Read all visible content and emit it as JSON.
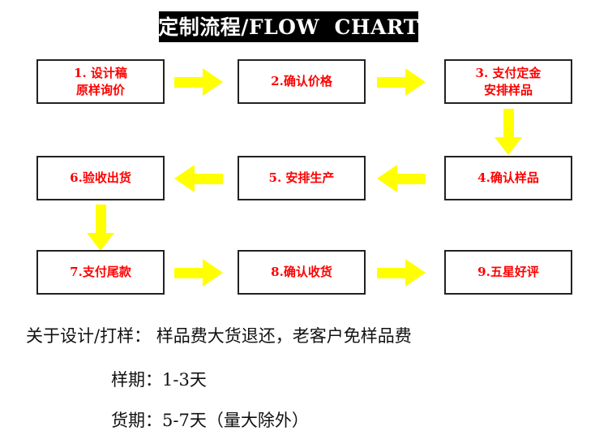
{
  "title": {
    "text": "定制流程/FLOW  CHART",
    "bg_color": "#000000",
    "text_color": "#ffffff"
  },
  "theme": {
    "box_border_color": "#222222",
    "box_fill_color": "#ffffff",
    "node_text_color": "#ff0000",
    "arrow_color": "#ffff00",
    "page_bg": "#ffffff",
    "note_text_color": "#111111"
  },
  "flow": {
    "nodes": [
      {
        "id": "step-1",
        "line1": "1. 设计稿",
        "line2": "原样询价"
      },
      {
        "id": "step-2",
        "line1": "2.确认价格",
        "line2": ""
      },
      {
        "id": "step-3",
        "line1": "3. 支付定金",
        "line2": "安排样品"
      },
      {
        "id": "step-4",
        "line1": "4.确认样品",
        "line2": ""
      },
      {
        "id": "step-5",
        "line1": "5. 安排生产",
        "line2": ""
      },
      {
        "id": "step-6",
        "line1": "6.验收出货",
        "line2": ""
      },
      {
        "id": "step-7",
        "line1": "7.支付尾款",
        "line2": ""
      },
      {
        "id": "step-8",
        "line1": "8.确认收货",
        "line2": ""
      },
      {
        "id": "step-9",
        "line1": "9.五星好评",
        "line2": ""
      }
    ],
    "connectors": [
      {
        "from": "step-1",
        "to": "step-2",
        "direction": "right"
      },
      {
        "from": "step-2",
        "to": "step-3",
        "direction": "right"
      },
      {
        "from": "step-3",
        "to": "step-4",
        "direction": "down"
      },
      {
        "from": "step-4",
        "to": "step-5",
        "direction": "left"
      },
      {
        "from": "step-5",
        "to": "step-6",
        "direction": "left"
      },
      {
        "from": "step-6",
        "to": "step-7",
        "direction": "down"
      },
      {
        "from": "step-7",
        "to": "step-8",
        "direction": "right"
      },
      {
        "from": "step-8",
        "to": "step-9",
        "direction": "right"
      }
    ]
  },
  "notes": [
    "关于设计/打样： 样品费大货退还，老客户免样品费",
    "样期：1-3天",
    "货期：5-7天（量大除外）"
  ]
}
